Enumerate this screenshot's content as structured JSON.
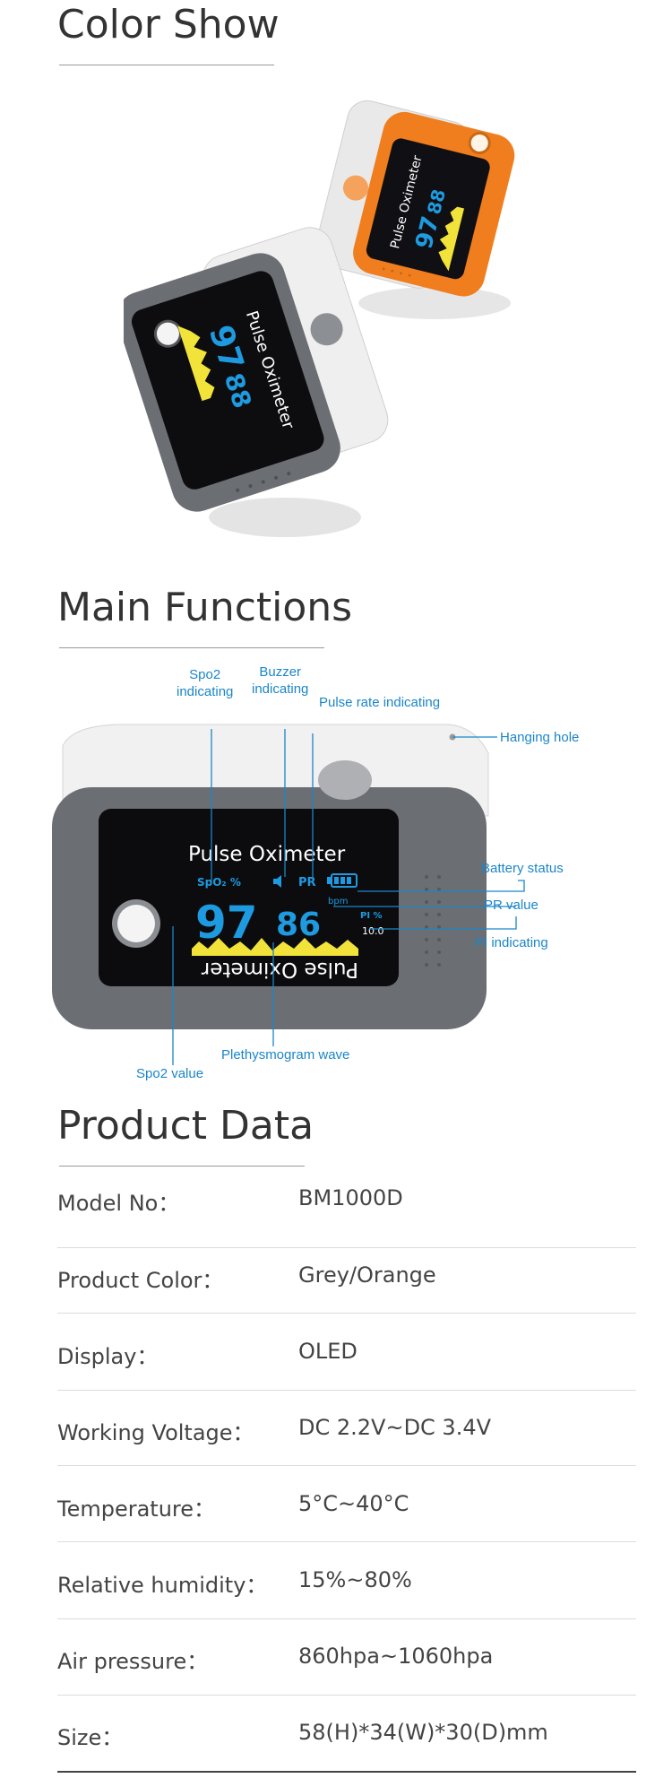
{
  "sections": {
    "color_show": {
      "title": "Color Show"
    },
    "main_functions": {
      "title": "Main Functions",
      "callouts": {
        "spo2_indicating": "Spo2\nindicating",
        "buzzer_indicating": "Buzzer\nindicating",
        "pulse_rate_indicating": "Pulse rate indicating",
        "hanging_hole": "Hanging hole",
        "battery_status": "Battery status",
        "pr_value": "PR value",
        "pi_indicating": "PI indicating",
        "spo2_value": "Spo2 value",
        "plethysmogram_wave": "Plethysmogram wave"
      }
    },
    "product_data": {
      "title": "Product Data",
      "rows": [
        {
          "label": "Model No：",
          "value": "BM1000D"
        },
        {
          "label": "Product Color：",
          "value": "Grey/Orange"
        },
        {
          "label": "Display：",
          "value": "OLED"
        },
        {
          "label": "Working Voltage：",
          "value": "DC 2.2V~DC 3.4V"
        },
        {
          "label": "Temperature：",
          "value": "5°C~40°C"
        },
        {
          "label": "Relative humidity：",
          "value": "15%~80%"
        },
        {
          "label": "Air pressure：",
          "value": "860hpa~1060hpa"
        },
        {
          "label": "Size：",
          "value": "58(H)*34(W)*30(D)mm"
        }
      ]
    }
  },
  "device_screen": {
    "title": "Pulse Oximeter",
    "spo2_label": "SpO₂ %",
    "spo2_value": "97",
    "pr_label": "PR",
    "pr_value": "86",
    "bpm_label": "bpm",
    "pi_label": "PI %",
    "pi_value": "10.0",
    "small_spo2_value": "97",
    "small_pr_value": "88"
  },
  "colors": {
    "accent": "#1b86c9",
    "device_grey": "#6b6e73",
    "device_orange": "#f07e1e",
    "screen_blue": "#1e9be0",
    "wave_yellow": "#f2e33a"
  }
}
